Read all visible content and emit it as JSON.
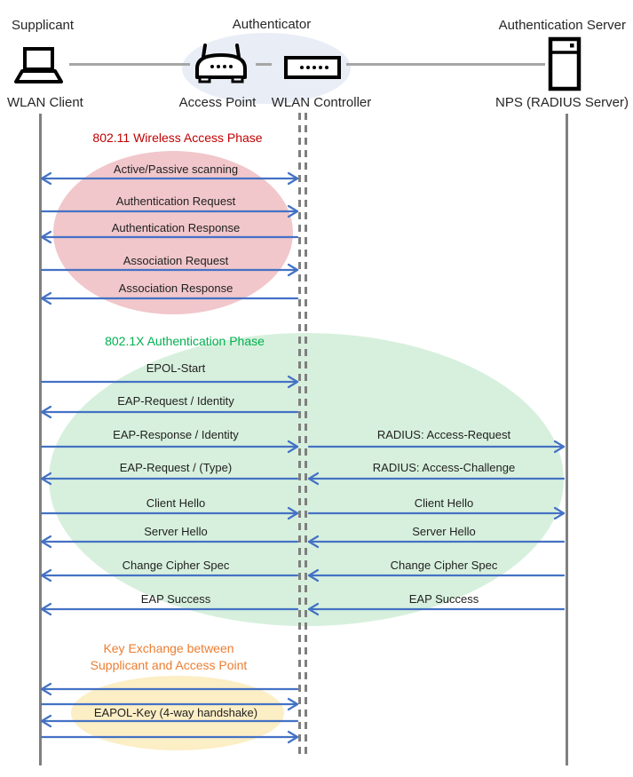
{
  "diagram": {
    "roles": {
      "supplicant": "Supplicant",
      "authenticator": "Authenticator",
      "auth_server": "Authentication Server"
    },
    "devices": {
      "wlan_client": "WLAN Client",
      "access_point": "Access Point",
      "wlan_controller": "WLAN Controller",
      "nps": "NPS (RADIUS Server)"
    }
  },
  "colors": {
    "arrow": "#4472C4",
    "lifeline": "#808080",
    "connector": "#A6A6A6",
    "text": "#1F1F1F",
    "authenticator_ellipse": "#E9EDF6"
  },
  "phases": [
    {
      "title": "802.11 Wireless Access Phase",
      "title_color": "#C00000",
      "ellipse_color": "#F1C7CB"
    },
    {
      "title": "802.1X Authentication Phase",
      "title_color": "#00B050",
      "ellipse_color": "#D7F0DD"
    },
    {
      "title_line1": "Key Exchange between",
      "title_line2": "Supplicant and Access Point",
      "title_color": "#ED7D31",
      "ellipse_color": "#FCEEC5"
    }
  ],
  "messages": [
    {
      "segments": [
        {
          "span": "left",
          "dir": "both",
          "label": "Active/Passive scanning"
        }
      ]
    },
    {
      "segments": [
        {
          "span": "left",
          "dir": "right",
          "label": "Authentication Request"
        }
      ]
    },
    {
      "segments": [
        {
          "span": "left",
          "dir": "left",
          "label": "Authentication Response"
        }
      ]
    },
    {
      "segments": [
        {
          "span": "left",
          "dir": "right",
          "label": "Association Request"
        }
      ]
    },
    {
      "segments": [
        {
          "span": "left",
          "dir": "left",
          "label": "Association Response"
        }
      ]
    },
    {
      "segments": [
        {
          "span": "left",
          "dir": "right",
          "label": "EPOL-Start"
        }
      ]
    },
    {
      "segments": [
        {
          "span": "left",
          "dir": "left",
          "label": "EAP-Request / Identity"
        }
      ]
    },
    {
      "segments": [
        {
          "span": "left",
          "dir": "right",
          "label": "EAP-Response / Identity"
        },
        {
          "span": "right",
          "dir": "right",
          "label": "RADIUS: Access-Request"
        }
      ]
    },
    {
      "segments": [
        {
          "span": "left",
          "dir": "left",
          "label": "EAP-Request / (Type)"
        },
        {
          "span": "right",
          "dir": "left",
          "label": "RADIUS: Access-Challenge"
        }
      ]
    },
    {
      "segments": [
        {
          "span": "left",
          "dir": "right",
          "label": "Client Hello"
        },
        {
          "span": "right",
          "dir": "right",
          "label": "Client Hello"
        }
      ]
    },
    {
      "segments": [
        {
          "span": "left",
          "dir": "left",
          "label": "Server Hello"
        },
        {
          "span": "right",
          "dir": "left",
          "label": "Server Hello"
        }
      ]
    },
    {
      "segments": [
        {
          "span": "left",
          "dir": "left",
          "label": "Change Cipher Spec"
        },
        {
          "span": "right",
          "dir": "left",
          "label": "Change Cipher Spec"
        }
      ]
    },
    {
      "segments": [
        {
          "span": "left",
          "dir": "left",
          "label": "EAP Success"
        },
        {
          "span": "right",
          "dir": "left",
          "label": "EAP Success"
        }
      ]
    },
    {
      "segments": [
        {
          "span": "left",
          "dir": "left",
          "label": ""
        }
      ]
    },
    {
      "segments": [
        {
          "span": "left",
          "dir": "right",
          "label": ""
        }
      ]
    },
    {
      "segments": [
        {
          "span": "left",
          "dir": "left",
          "label": "EAPOL-Key (4-way handshake)"
        }
      ]
    },
    {
      "segments": [
        {
          "span": "left",
          "dir": "right",
          "label": ""
        }
      ]
    }
  ]
}
